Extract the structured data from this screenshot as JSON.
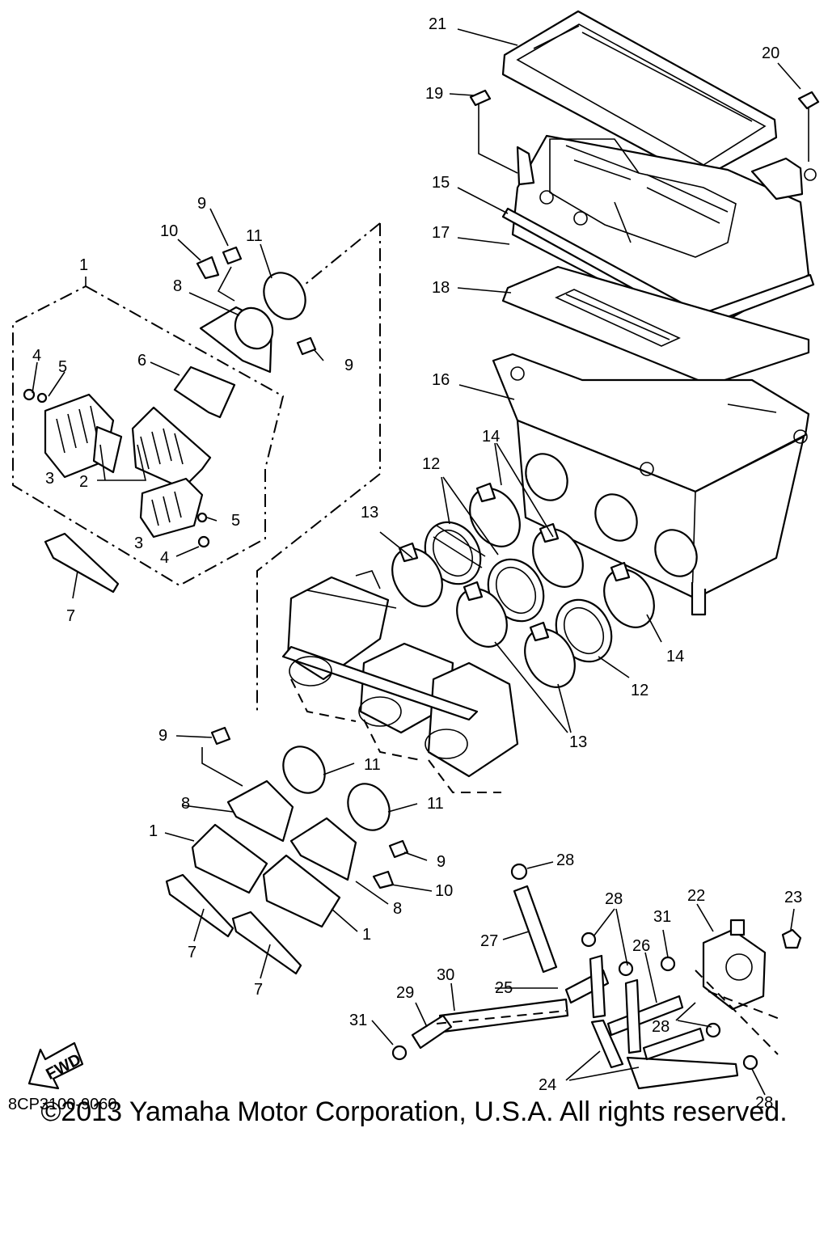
{
  "diagram": {
    "drawing_code": "8CP3100-9060",
    "fwd_label": "FWD",
    "copyright": "©2013 Yamaha Motor Corporation, U.S.A. All rights reserved.",
    "callouts": [
      "1",
      "2",
      "3",
      "4",
      "5",
      "6",
      "7",
      "8",
      "9",
      "10",
      "11",
      "12",
      "13",
      "14",
      "15",
      "16",
      "17",
      "18",
      "19",
      "20",
      "21",
      "22",
      "23",
      "24",
      "25",
      "26",
      "27",
      "28",
      "29",
      "30",
      "31"
    ]
  }
}
